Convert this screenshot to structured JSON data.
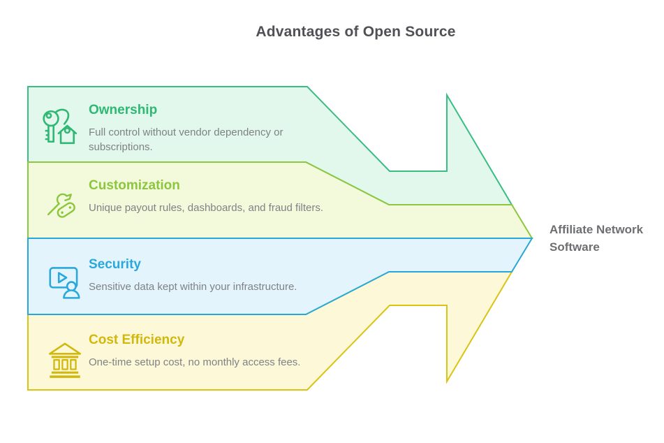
{
  "title": {
    "text": "Advantages of Open Source",
    "color": "#505155"
  },
  "result": {
    "text": "Affiliate Network Software",
    "color": "#6d6e71"
  },
  "description_color": "#7f8285",
  "background": "#ffffff",
  "bands": [
    {
      "heading": "Ownership",
      "description": "Full control without vendor dependency or subscriptions.",
      "icon": "key-house-icon",
      "fill": "#e2f8ec",
      "border": "#3abc83",
      "accent": "#2eb873"
    },
    {
      "heading": "Customization",
      "description": "Unique payout rules, dashboards, and fraud filters.",
      "icon": "wrench-and-part-icon",
      "fill": "#f3fadb",
      "border": "#8dc63f",
      "accent": "#8cc63f"
    },
    {
      "heading": "Security",
      "description": "Sensitive data kept within your infrastructure.",
      "icon": "video-call-person-icon",
      "fill": "#e4f4fc",
      "border": "#28a7da",
      "accent": "#29a8dc"
    },
    {
      "heading": "Cost Efficiency",
      "description": "One-time setup cost, no monthly access fees.",
      "icon": "bank-building-icon",
      "fill": "#fdf8d8",
      "border": "#d9c415",
      "accent": "#d2b80c"
    }
  ]
}
